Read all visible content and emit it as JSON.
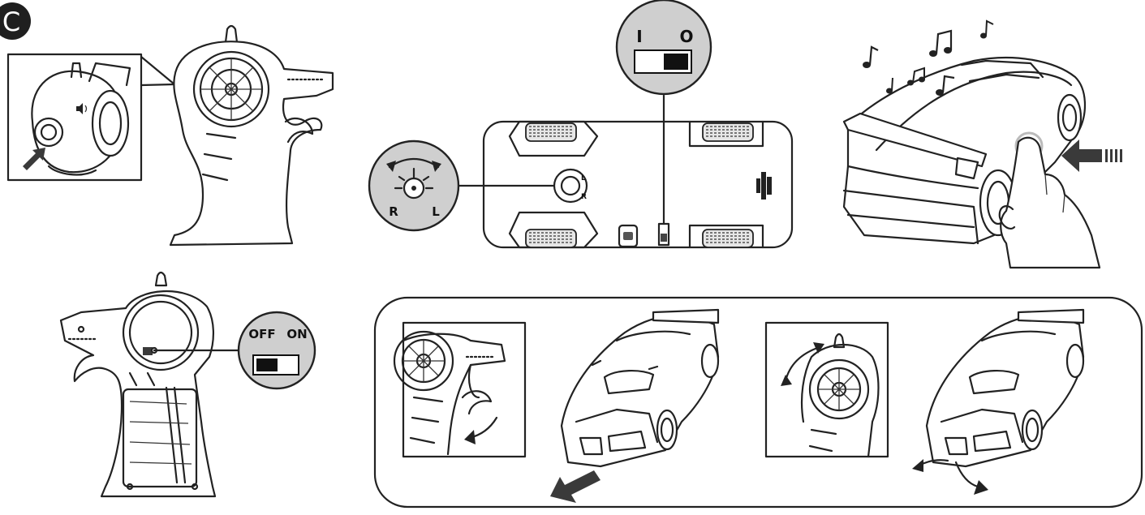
{
  "step_badge": "C",
  "switch_io": {
    "left_label": "I",
    "right_label": "O"
  },
  "switch_power": {
    "left_label": "OFF",
    "right_label": "ON"
  },
  "steering_trim": {
    "left_label": "R",
    "right_label": "L"
  },
  "car_bottom_labels": {
    "top_mark": "L",
    "bottom_mark": "R"
  },
  "colors": {
    "line": "#222222",
    "callout_fill": "#cfcfcf",
    "arrow": "#3a3a3a"
  }
}
